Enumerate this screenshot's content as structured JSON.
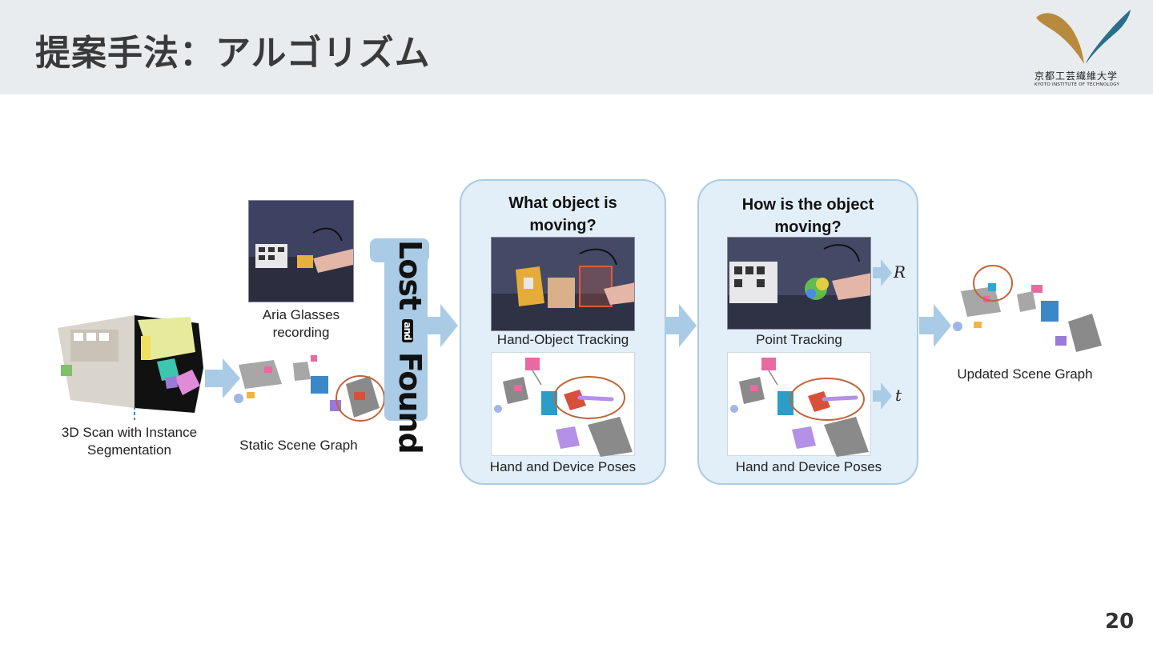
{
  "header": {
    "title": "提案手法：アルゴリズム",
    "logo_jp": "京都工芸繊維大学",
    "logo_en": "KYOTO INSTITUTE OF TECHNOLOGY"
  },
  "page_number": "20",
  "diagram": {
    "scan_label": "3D Scan with Instance\nSegmentation",
    "glasses_label": "Aria Glasses\nrecording",
    "static_graph_label": "Static Scene Graph",
    "lost_found_logo": {
      "word1": "Lost",
      "word2": "and",
      "word3": "Found"
    },
    "panel1": {
      "title": "What object is\nmoving?",
      "tracking_label": "Hand-Object Tracking",
      "poses_label": "Hand and  Device Poses"
    },
    "panel2": {
      "title": "How is the object\nmoving?",
      "tracking_label": "Point Tracking",
      "poses_label": "Hand and  Device Poses",
      "rotation_symbol": "R",
      "translation_symbol": "t"
    },
    "updated_graph_label": "Updated Scene Graph"
  },
  "colors": {
    "header_bg": "#e8ecee",
    "panel_fill": "#e2eef8",
    "panel_border": "#a9cbe6",
    "arrow": "#a9cbe6",
    "highlight_circle": "#c0643a",
    "logo_gold": "#b88a3e",
    "logo_teal": "#2a6f8a"
  }
}
